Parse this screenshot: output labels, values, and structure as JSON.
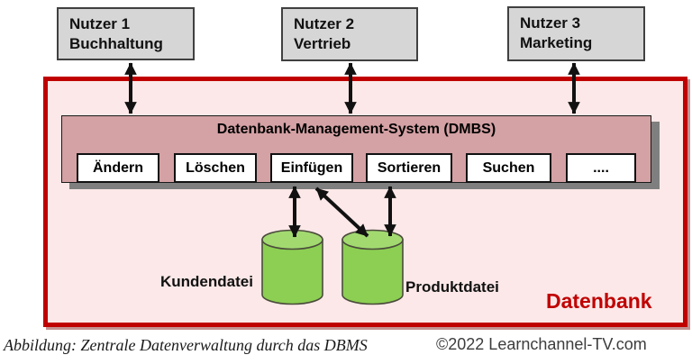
{
  "users": [
    {
      "line1": "Nutzer 1",
      "line2": "Buchhaltung"
    },
    {
      "line1": "Nutzer 2",
      "line2": "Vertrieb"
    },
    {
      "line1": "Nutzer 3",
      "line2": "Marketing"
    }
  ],
  "dbms": {
    "title": "Datenbank-Management-System (DMBS)",
    "operations": [
      "Ändern",
      "Löschen",
      "Einfügen",
      "Sortieren",
      "Suchen",
      "...."
    ]
  },
  "databases": [
    {
      "label": "Kundendatei"
    },
    {
      "label": "Produktdatei"
    }
  ],
  "datenbank_label": "Datenbank",
  "caption": "Abbildung: Zentrale Datenverwaltung durch das DBMS",
  "copyright": "©2022 Learnchannel-TV.com",
  "colors": {
    "outer_box_fill": "#fce8e8",
    "outer_box_border": "#c00000",
    "dbms_fill": "#d4a1a4",
    "user_box_fill": "#d6d6d6",
    "shadow_gray": "#7f7f7f",
    "accent_red": "#c00000",
    "cylinder_body": "#8ccf52",
    "cylinder_top": "#a2da70",
    "cylinder_stroke": "#4b4b3c",
    "arrow": "#111111"
  }
}
